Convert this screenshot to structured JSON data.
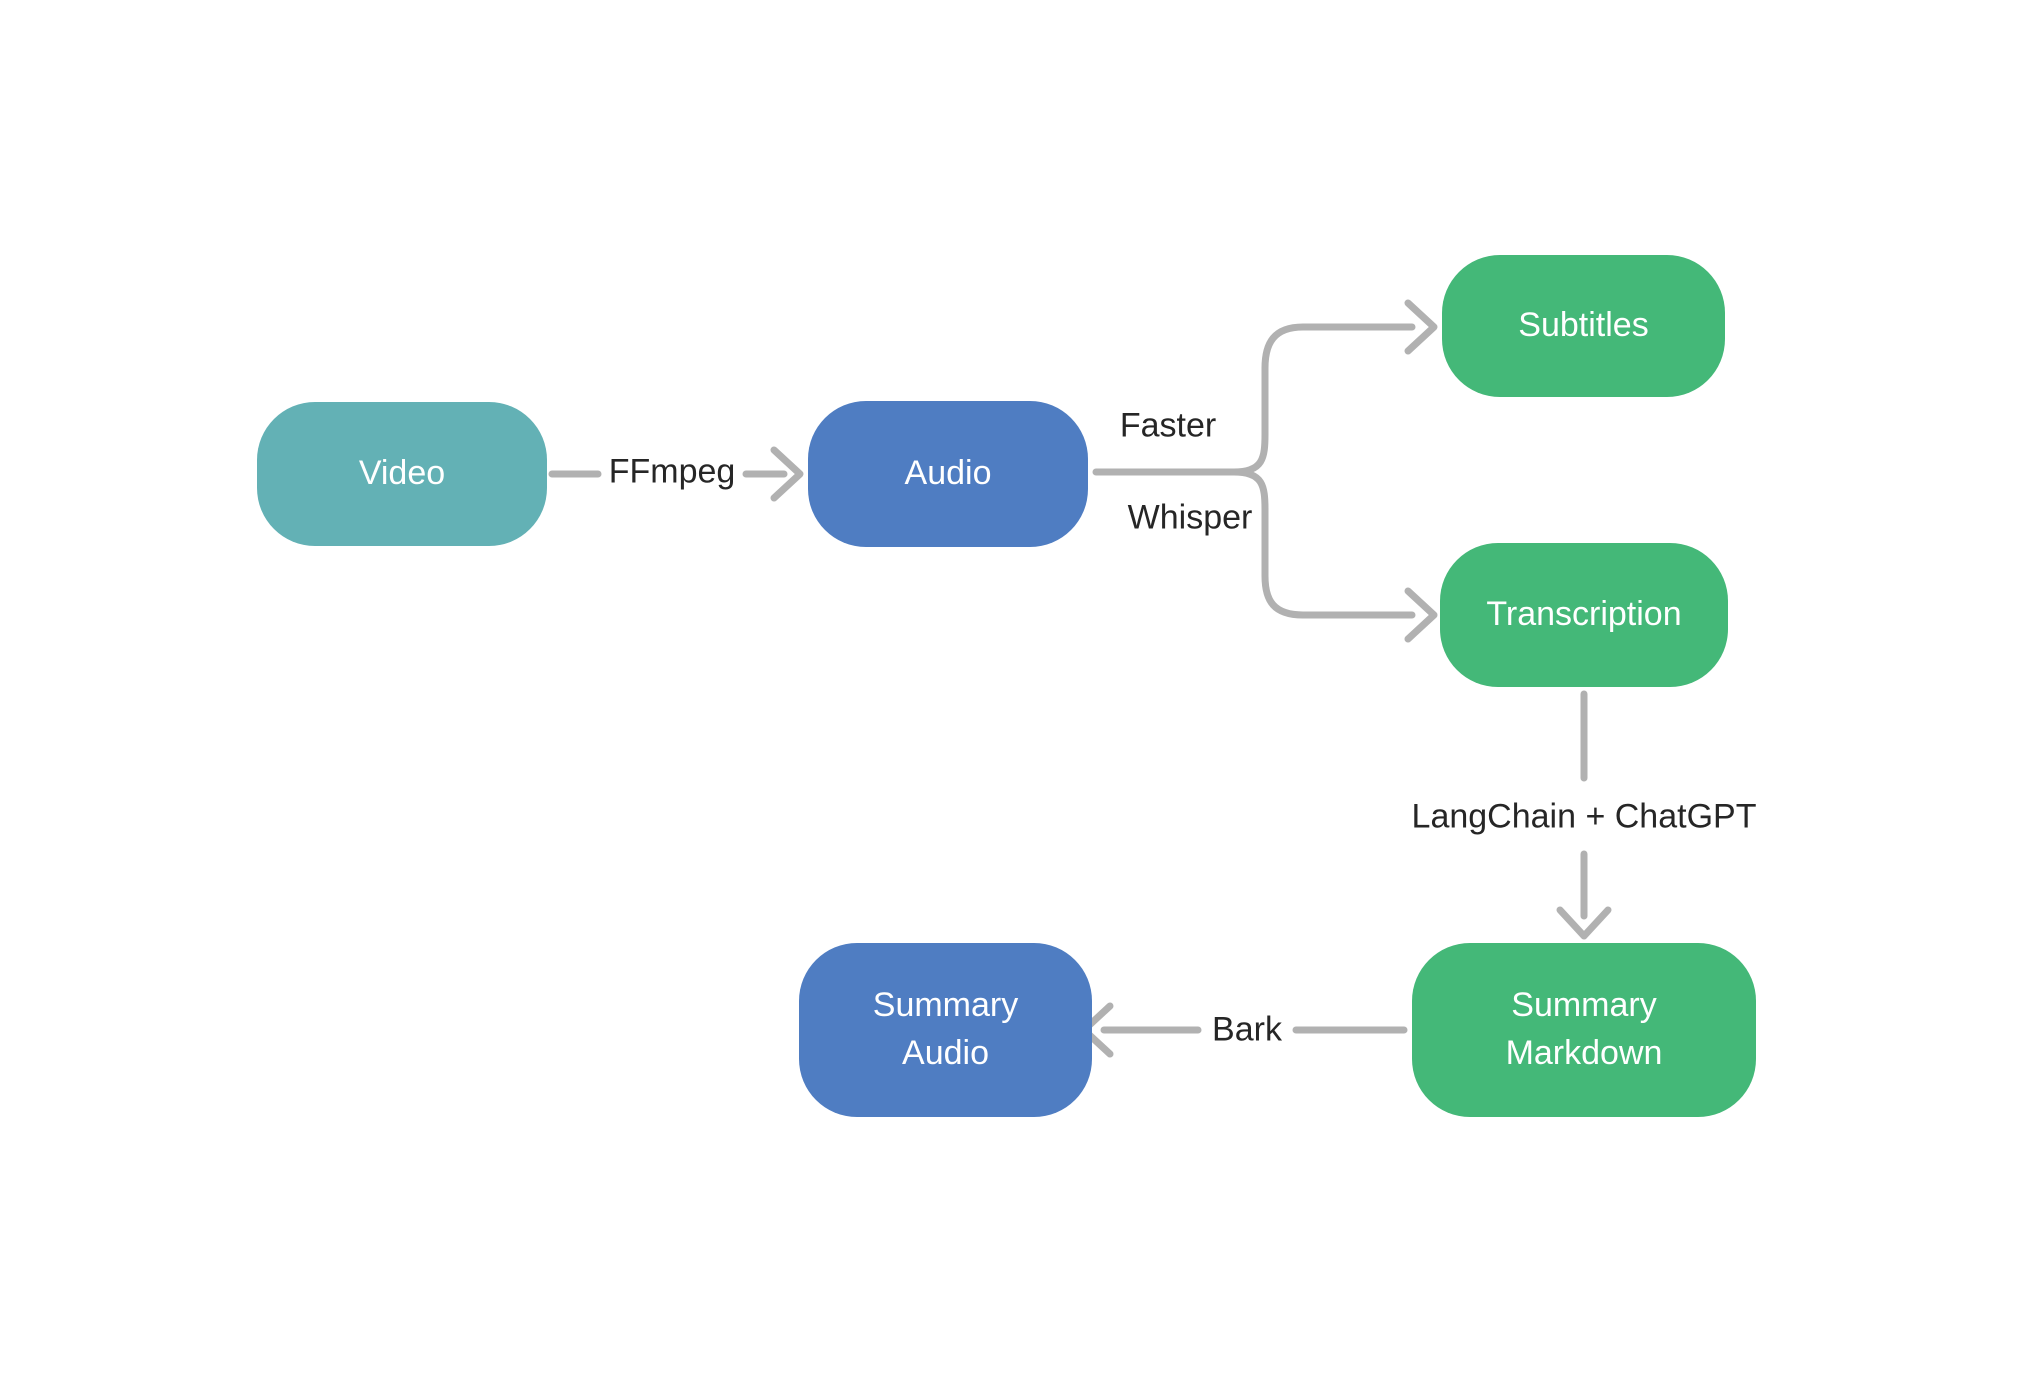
{
  "diagram": {
    "background": "#ffffff",
    "edge_color": "#b1b1b1",
    "edge_label_color": "#262626",
    "nodes": {
      "video": {
        "label": "Video",
        "color": "#63b1b5",
        "text_color": "#ffffff"
      },
      "audio": {
        "label": "Audio",
        "color": "#4f7dc2",
        "text_color": "#ffffff"
      },
      "subtitles": {
        "label": "Subtitles",
        "color": "#44b878",
        "text_color": "#ffffff"
      },
      "transcription": {
        "label": "Transcription",
        "color": "#44b878",
        "text_color": "#ffffff"
      },
      "summary_markdown": {
        "label": "Summary Markdown",
        "line1": "Summary",
        "line2": "Markdown",
        "color": "#44b878",
        "text_color": "#ffffff"
      },
      "summary_audio": {
        "label": "Summary Audio",
        "line1": "Summary",
        "line2": "Audio",
        "color": "#4f7dc2",
        "text_color": "#ffffff"
      }
    },
    "edge_labels": {
      "ffmpeg": "FFmpeg",
      "faster": "Faster",
      "whisper": "Whisper",
      "langchain_chatgpt": "LangChain + ChatGPT",
      "bark": "Bark"
    },
    "edges": [
      {
        "from": "Video",
        "to": "Audio",
        "label": "FFmpeg"
      },
      {
        "from": "Audio",
        "to": "Subtitles",
        "label": "Faster Whisper"
      },
      {
        "from": "Audio",
        "to": "Transcription",
        "label": "Faster Whisper"
      },
      {
        "from": "Transcription",
        "to": "Summary Markdown",
        "label": "LangChain + ChatGPT"
      },
      {
        "from": "Summary Markdown",
        "to": "Summary Audio",
        "label": "Bark"
      }
    ]
  }
}
